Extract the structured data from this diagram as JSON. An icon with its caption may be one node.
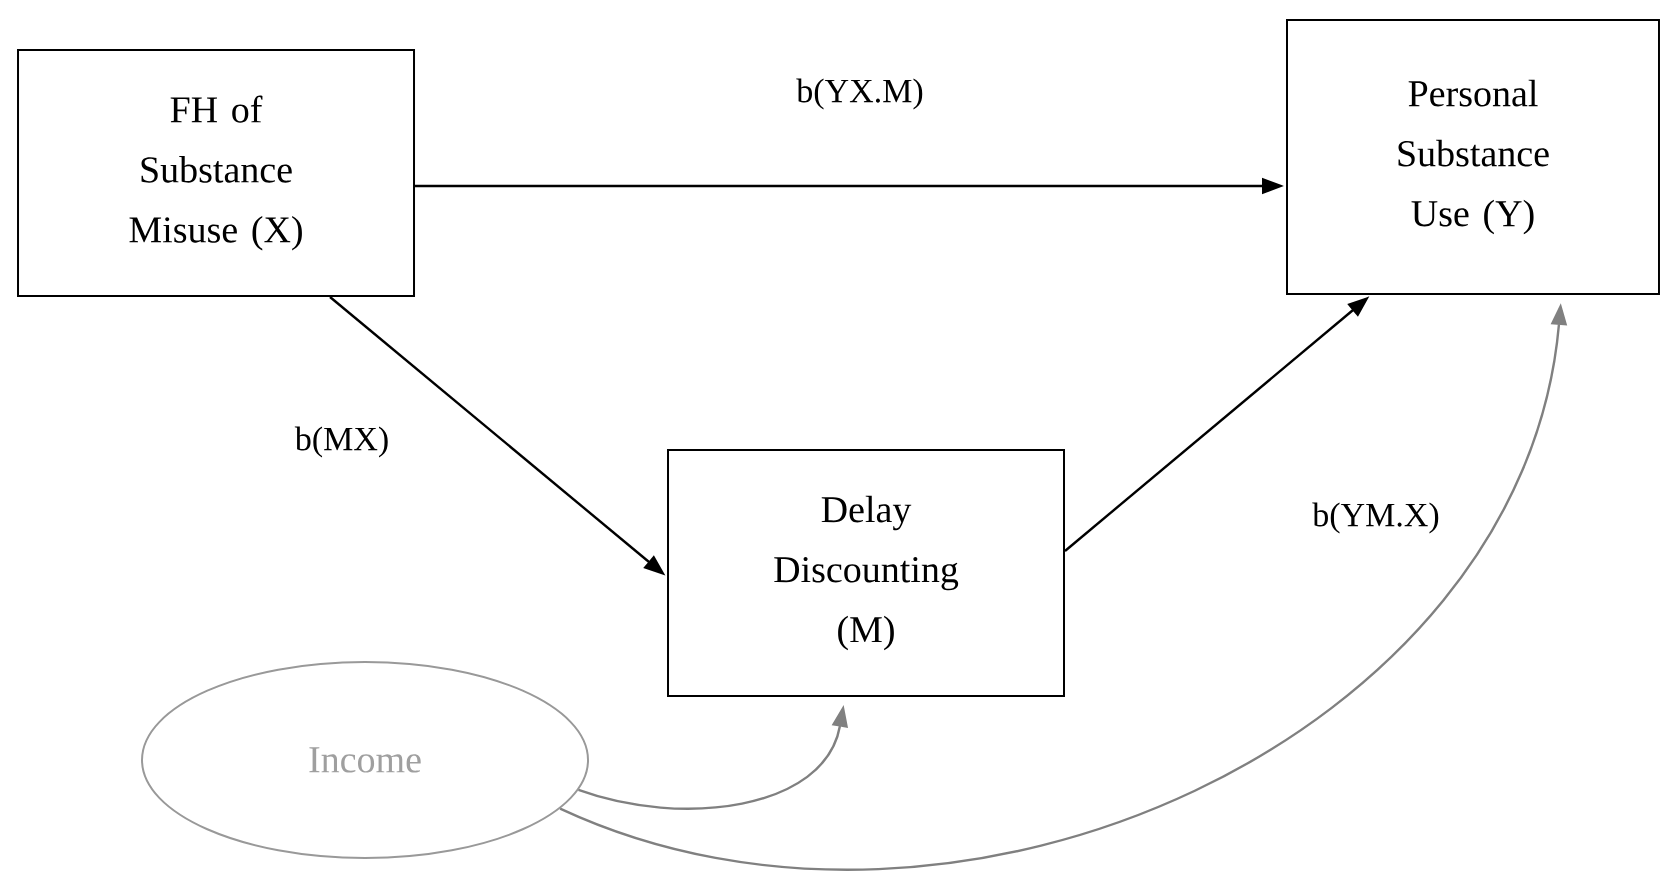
{
  "diagram": {
    "nodes": [
      {
        "text": [
          "FH of Substance Misuse (X)"
        ]
      },
      {
        "text": [
          "Personal Substance Use (Y)"
        ]
      },
      {
        "text": [
          "Delay Discounting (M)"
        ]
      },
      {
        "text": [
          "Income"
        ]
      }
    ],
    "edges": [
      {
        "from": 0,
        "to": 1,
        "arrow": "to",
        "label": "b(YX.M)"
      },
      {
        "from": 0,
        "to": 2,
        "arrow": "to",
        "label": "b(MX)"
      },
      {
        "from": 2,
        "to": 1,
        "arrow": "to",
        "label": "b(YM.X)"
      },
      {
        "from": 3,
        "to": 2,
        "arrow": "to",
        "color": "#808080"
      },
      {
        "from": 3,
        "to": 1,
        "arrow": "to",
        "color": "#808080"
      }
    ]
  }
}
